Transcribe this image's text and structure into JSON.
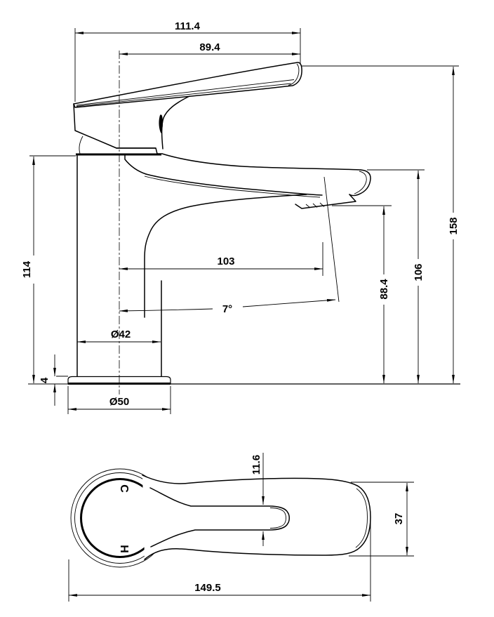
{
  "drawing": {
    "type": "faucet-dimension-diagram",
    "line_color": "#000000",
    "background": "#ffffff",
    "side_view": {
      "dims": {
        "reach_total": "111.4",
        "reach_handle": "89.4",
        "height_total": "158",
        "height_spout": "106",
        "height_outlet": "88.4",
        "height_body": "114",
        "reach_spout": "103",
        "outlet_angle": "7°",
        "dia_body": "Ø42",
        "base_thickness": "4",
        "dia_base": "Ø50"
      }
    },
    "top_view": {
      "dims": {
        "length_handle": "149.5",
        "width_handle": "37",
        "slot_width": "11.6"
      },
      "knob_labels": {
        "cold": "C",
        "hot": "H"
      }
    }
  }
}
